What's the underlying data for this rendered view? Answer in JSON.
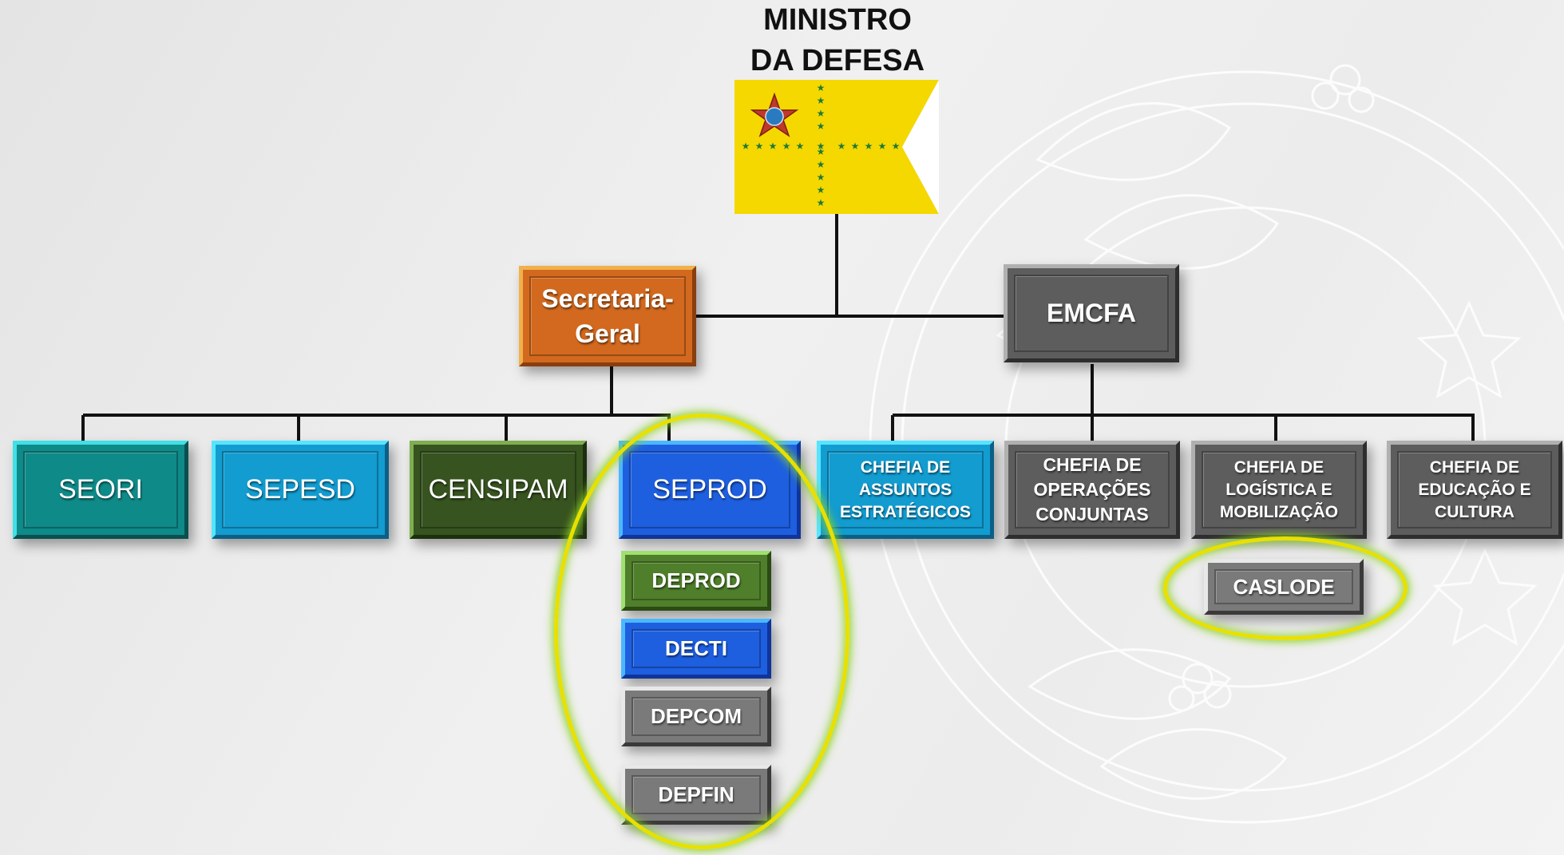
{
  "title": {
    "line1": "MINISTRO",
    "line2": "DA DEFESA"
  },
  "level1": {
    "secretaria": {
      "line1": "Secretaria-",
      "line2": "Geral"
    },
    "emcfa": "EMCFA"
  },
  "secretaria_units": [
    "SEORI",
    "SEPESD",
    "CENSIPAM",
    "SEPROD"
  ],
  "seprod_departments": [
    "DEPROD",
    "DECTI",
    "DEPCOM",
    "DEPFIN"
  ],
  "emcfa_units": [
    {
      "lines": [
        "CHEFIA DE",
        "ASSUNTOS",
        "ESTRATÉGICOS"
      ]
    },
    {
      "lines": [
        "CHEFIA DE",
        "OPERAÇÕES",
        "CONJUNTAS"
      ]
    },
    {
      "lines": [
        "CHEFIA DE",
        "LOGÍSTICA E",
        "MOBILIZAÇÃO"
      ]
    },
    {
      "lines": [
        "CHEFIA DE",
        "EDUCAÇÃO E",
        "CULTURA"
      ]
    }
  ],
  "logistica_sub": "CASLODE",
  "colors": {
    "orange": "#d2691e",
    "gray": "#5d5d5d",
    "teal": "#0e8a88",
    "cyan": "#129cd0",
    "dark_green": "#37531f",
    "blue": "#1e5fe0",
    "green": "#4f7f2a",
    "light_gray": "#7a7a7a",
    "highlight": "#e8e000",
    "flag_yellow": "#f5d800",
    "flag_green": "#1f7a3a"
  }
}
